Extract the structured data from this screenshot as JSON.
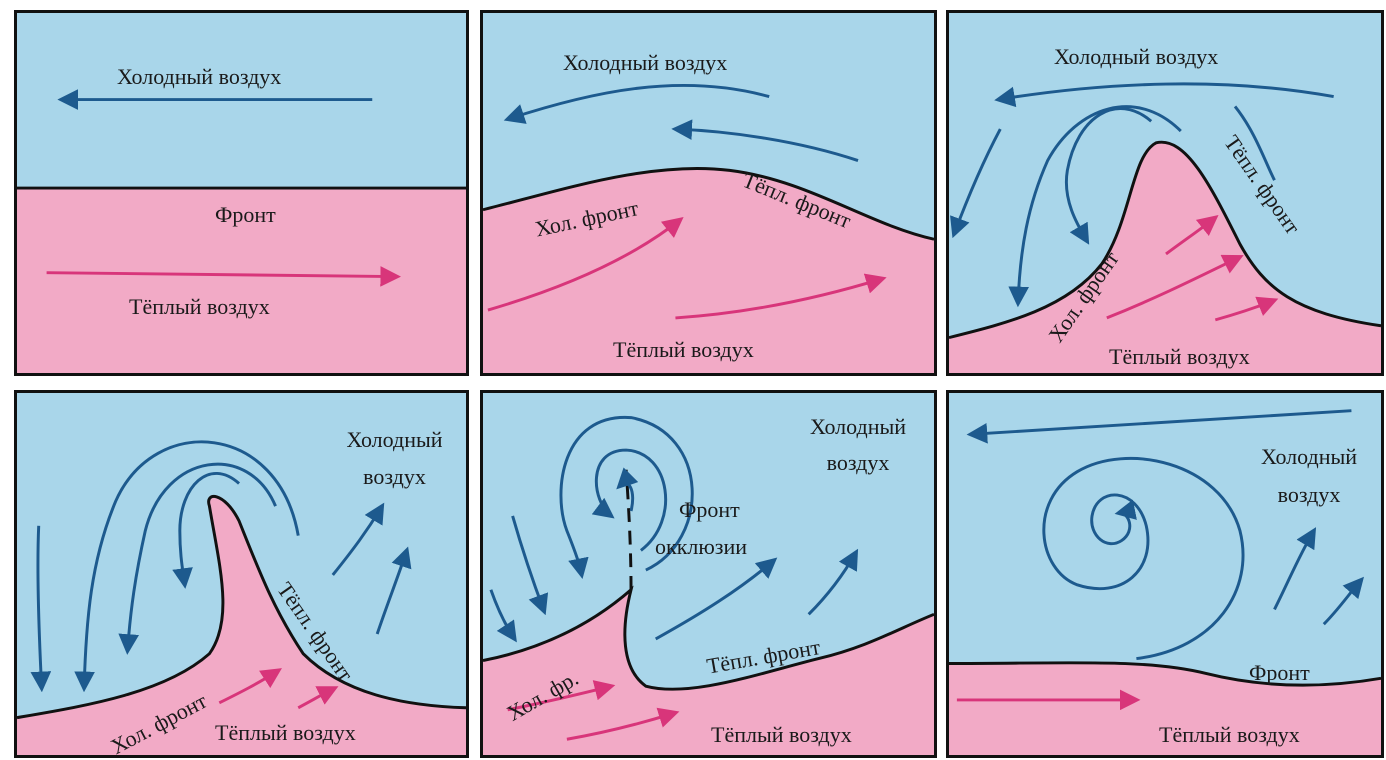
{
  "colors": {
    "cold": "#a9d6ea",
    "warm": "#f2aac6",
    "cold_arrow": "#1d5a8e",
    "warm_arrow": "#d8357a",
    "front": "#111111"
  },
  "panels": [
    {
      "cold_air": "Холодный воздух",
      "front": "Фронт",
      "warm_air": "Тёплый воздух"
    },
    {
      "cold_air": "Холодный воздух",
      "warm_front": "Тёпл. фронт",
      "cold_front": "Хол. фронт",
      "warm_air": "Тёплый воздух"
    },
    {
      "cold_air": "Холодный воздух",
      "warm_front": "Тёпл. фронт",
      "cold_front": "Хол. фронт",
      "warm_air": "Тёплый воздух"
    },
    {
      "cold_air_1": "Холодный",
      "cold_air_2": "воздух",
      "warm_front": "Тёпл. фронт",
      "cold_front": "Хол. фронт",
      "warm_air": "Тёплый воздух"
    },
    {
      "cold_air_1": "Холодный",
      "cold_air_2": "воздух",
      "occlusion_1": "Фронт",
      "occlusion_2": "окклюзии",
      "warm_front": "Тёпл. фронт",
      "cold_front": "Хол. фр.",
      "warm_air": "Тёплый воздух"
    },
    {
      "cold_air_1": "Холодный",
      "cold_air_2": "воздух",
      "front": "Фронт",
      "warm_air": "Тёплый воздух"
    }
  ]
}
